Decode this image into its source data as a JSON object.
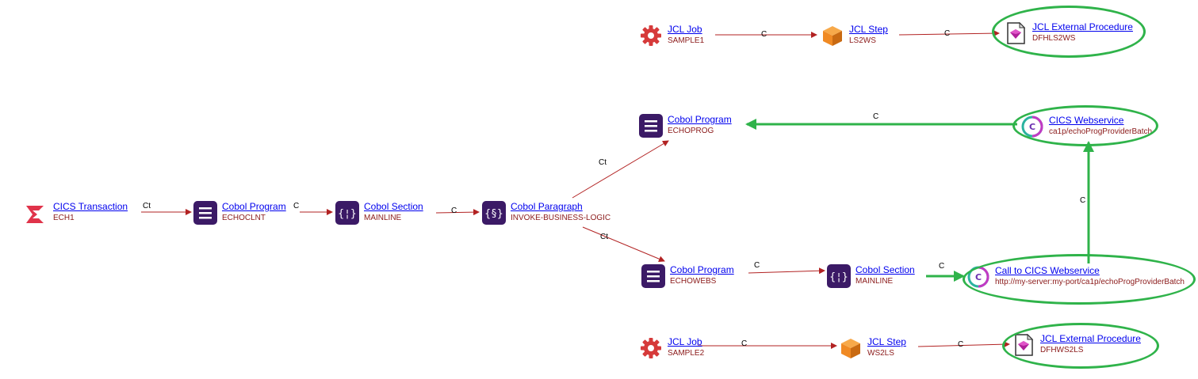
{
  "nodes": {
    "cics_transaction": {
      "title": "CICS Transaction",
      "subtitle": "ECH1",
      "icon": "cics-transaction-icon"
    },
    "cobol_program_echoclnt": {
      "title": "Cobol Program",
      "subtitle": "ECHOCLNT",
      "icon": "cobol-program-icon"
    },
    "cobol_section_mainline1": {
      "title": "Cobol Section",
      "subtitle": "MAINLINE",
      "icon": "cobol-section-icon"
    },
    "cobol_paragraph": {
      "title": "Cobol Paragraph",
      "subtitle": "INVOKE-BUSINESS-LOGIC",
      "icon": "cobol-paragraph-icon"
    },
    "cobol_program_echoprog": {
      "title": "Cobol Program",
      "subtitle": "ECHOPROG",
      "icon": "cobol-program-icon"
    },
    "cobol_program_echowebs": {
      "title": "Cobol Program",
      "subtitle": "ECHOWEBS",
      "icon": "cobol-program-icon"
    },
    "cobol_section_mainline2": {
      "title": "Cobol Section",
      "subtitle": "MAINLINE",
      "icon": "cobol-section-icon"
    },
    "call_cics_webservice": {
      "title": "Call to CICS Webservice",
      "subtitle": "http://my-server:my-port/ca1p/echoProgProviderBatch",
      "icon": "cics-webservice-icon"
    },
    "cics_webservice": {
      "title": "CICS Webservice",
      "subtitle": "ca1p/echoProgProviderBatch",
      "icon": "cics-webservice-icon"
    },
    "jcl_job_sample1": {
      "title": "JCL Job",
      "subtitle": "SAMPLE1",
      "icon": "gear-icon"
    },
    "jcl_step_ls2ws": {
      "title": "JCL Step",
      "subtitle": "LS2WS",
      "icon": "cube-icon"
    },
    "jcl_ext_proc_dfhls2ws": {
      "title": "JCL External Procedure",
      "subtitle": "DFHLS2WS",
      "icon": "document-icon"
    },
    "jcl_job_sample2": {
      "title": "JCL Job",
      "subtitle": "SAMPLE2",
      "icon": "gear-icon"
    },
    "jcl_step_ws2ls": {
      "title": "JCL Step",
      "subtitle": "WS2LS",
      "icon": "cube-icon"
    },
    "jcl_ext_proc_dfhws2ls": {
      "title": "JCL External Procedure",
      "subtitle": "DFHWS2LS",
      "icon": "document-icon"
    }
  },
  "edges": [
    {
      "from": "cics_transaction",
      "to": "cobol_program_echoclnt",
      "label": "Ct"
    },
    {
      "from": "cobol_program_echoclnt",
      "to": "cobol_section_mainline1",
      "label": "C"
    },
    {
      "from": "cobol_section_mainline1",
      "to": "cobol_paragraph",
      "label": "C"
    },
    {
      "from": "cobol_paragraph",
      "to": "cobol_program_echoprog",
      "label": "Ct"
    },
    {
      "from": "cobol_paragraph",
      "to": "cobol_program_echowebs",
      "label": "Ct"
    },
    {
      "from": "cobol_program_echowebs",
      "to": "cobol_section_mainline2",
      "label": "C"
    },
    {
      "from": "cobol_section_mainline2",
      "to": "call_cics_webservice",
      "label": "C",
      "highlight": true
    },
    {
      "from": "call_cics_webservice",
      "to": "cics_webservice",
      "label": "C",
      "highlight": true
    },
    {
      "from": "cics_webservice",
      "to": "cobol_program_echoprog",
      "label": "C",
      "highlight": true
    },
    {
      "from": "jcl_job_sample1",
      "to": "jcl_step_ls2ws",
      "label": "C"
    },
    {
      "from": "jcl_step_ls2ws",
      "to": "jcl_ext_proc_dfhls2ws",
      "label": "C"
    },
    {
      "from": "jcl_job_sample2",
      "to": "jcl_step_ws2ls",
      "label": "C"
    },
    {
      "from": "jcl_step_ws2ls",
      "to": "jcl_ext_proc_dfhws2ls",
      "label": "C"
    }
  ],
  "colors": {
    "edge": "#b22222",
    "highlight": "#2fb34a",
    "link": "#0000ee",
    "subtitle": "#8b1a1a",
    "cobol_purple": "#3b1a66",
    "cics_red": "#e0334a",
    "gear_red": "#d63a3a",
    "cube_orange": "#f08a24"
  }
}
